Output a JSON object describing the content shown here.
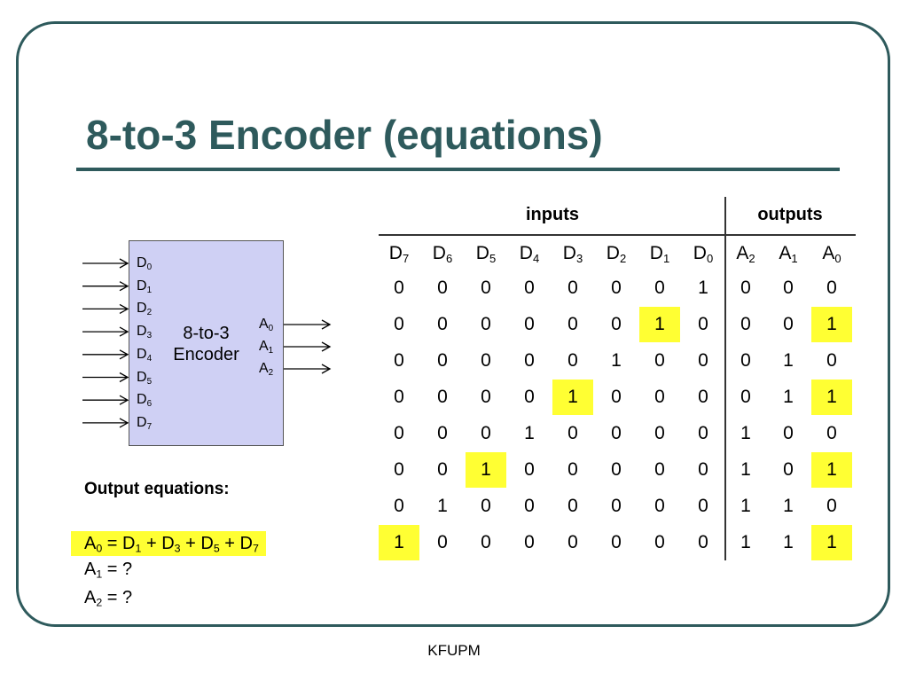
{
  "slide": {
    "title": "8-to-3 Encoder (equations)",
    "footer": "KFUPM"
  },
  "block": {
    "label_line1": "8-to-3",
    "label_line2": "Encoder",
    "inputs": [
      {
        "name": "D",
        "sub": "0"
      },
      {
        "name": "D",
        "sub": "1"
      },
      {
        "name": "D",
        "sub": "2"
      },
      {
        "name": "D",
        "sub": "3"
      },
      {
        "name": "D",
        "sub": "4"
      },
      {
        "name": "D",
        "sub": "5"
      },
      {
        "name": "D",
        "sub": "6"
      },
      {
        "name": "D",
        "sub": "7"
      }
    ],
    "outputs": [
      {
        "name": "A",
        "sub": "0"
      },
      {
        "name": "A",
        "sub": "1"
      },
      {
        "name": "A",
        "sub": "2"
      }
    ]
  },
  "equations": {
    "heading": "Output equations:",
    "a0": {
      "lhs": "A",
      "lhs_sub": "0",
      "rhs": [
        {
          "name": "D",
          "sub": "1"
        },
        {
          "name": "D",
          "sub": "3"
        },
        {
          "name": "D",
          "sub": "5"
        },
        {
          "name": "D",
          "sub": "7"
        }
      ]
    },
    "a1": {
      "lhs": "A",
      "lhs_sub": "1",
      "rhs_text": " = ?"
    },
    "a2": {
      "lhs": "A",
      "lhs_sub": "2",
      "rhs_text": " = ?"
    },
    "highlight_color": "#ffff33"
  },
  "truth_table": {
    "group_inputs": "inputs",
    "group_outputs": "outputs",
    "columns": [
      {
        "name": "D",
        "sub": "7"
      },
      {
        "name": "D",
        "sub": "6"
      },
      {
        "name": "D",
        "sub": "5"
      },
      {
        "name": "D",
        "sub": "4"
      },
      {
        "name": "D",
        "sub": "3"
      },
      {
        "name": "D",
        "sub": "2"
      },
      {
        "name": "D",
        "sub": "1"
      },
      {
        "name": "D",
        "sub": "0"
      },
      {
        "name": "A",
        "sub": "2"
      },
      {
        "name": "A",
        "sub": "1"
      },
      {
        "name": "A",
        "sub": "0"
      }
    ],
    "rows": [
      [
        "0",
        "0",
        "0",
        "0",
        "0",
        "0",
        "0",
        "1",
        "0",
        "0",
        "0"
      ],
      [
        "0",
        "0",
        "0",
        "0",
        "0",
        "0",
        "1",
        "0",
        "0",
        "0",
        "1"
      ],
      [
        "0",
        "0",
        "0",
        "0",
        "0",
        "1",
        "0",
        "0",
        "0",
        "1",
        "0"
      ],
      [
        "0",
        "0",
        "0",
        "0",
        "1",
        "0",
        "0",
        "0",
        "0",
        "1",
        "1"
      ],
      [
        "0",
        "0",
        "0",
        "1",
        "0",
        "0",
        "0",
        "0",
        "1",
        "0",
        "0"
      ],
      [
        "0",
        "0",
        "1",
        "0",
        "0",
        "0",
        "0",
        "0",
        "1",
        "0",
        "1"
      ],
      [
        "0",
        "1",
        "0",
        "0",
        "0",
        "0",
        "0",
        "0",
        "1",
        "1",
        "0"
      ],
      [
        "1",
        "0",
        "0",
        "0",
        "0",
        "0",
        "0",
        "0",
        "1",
        "1",
        "1"
      ]
    ],
    "highlighted": [
      [
        1,
        6
      ],
      [
        1,
        10
      ],
      [
        3,
        4
      ],
      [
        3,
        10
      ],
      [
        5,
        2
      ],
      [
        5,
        10
      ],
      [
        7,
        0
      ],
      [
        7,
        10
      ]
    ],
    "highlight_color": "#ffff33",
    "title_color": "#2e5a5c"
  }
}
